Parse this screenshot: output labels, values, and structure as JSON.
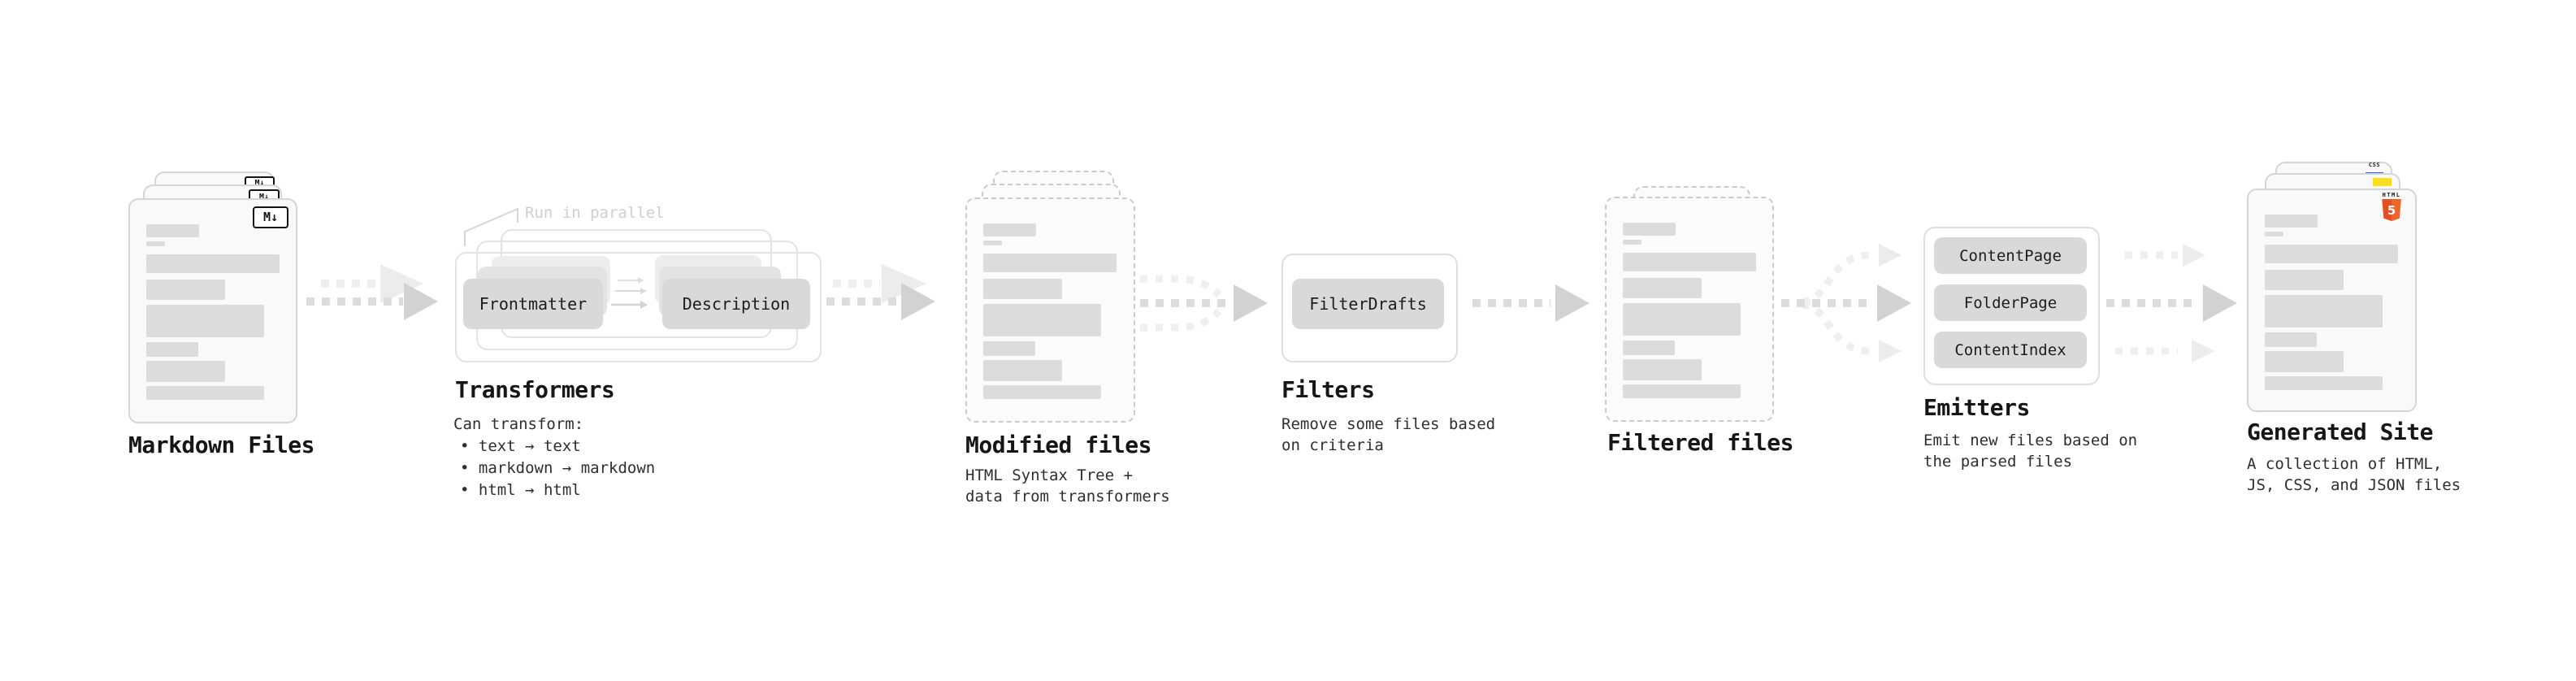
{
  "sections": {
    "markdown_files": {
      "title": "Markdown Files",
      "badge": "M↓"
    },
    "transformers": {
      "title": "Transformers",
      "annotation": "Run in parallel",
      "pill_left": "Frontmatter",
      "pill_right": "Description",
      "body_heading": "Can transform:",
      "bullets": [
        "• text → text",
        "• markdown → markdown",
        "• html → html"
      ]
    },
    "modified_files": {
      "title": "Modified files",
      "subtitle_lines": [
        "HTML Syntax Tree +",
        "data from transformers"
      ]
    },
    "filters": {
      "title": "Filters",
      "pill": "FilterDrafts",
      "subtitle_lines": [
        "Remove some files based",
        "on criteria"
      ]
    },
    "filtered_files": {
      "title": "Filtered files"
    },
    "emitters": {
      "title": "Emitters",
      "pills": [
        "ContentPage",
        "FolderPage",
        "ContentIndex"
      ],
      "subtitle_lines": [
        "Emit new files based on",
        "the parsed files"
      ]
    },
    "generated_site": {
      "title": "Generated Site",
      "subtitle_lines": [
        "A collection of HTML,",
        "JS, CSS, and JSON files"
      ],
      "badges": {
        "css": "CSS",
        "html_label": "HTML",
        "html_number": "5"
      }
    }
  },
  "colors": {
    "accent_css_blue": "#2962ff",
    "accent_js_yellow": "#f7df1e",
    "accent_html_orange": "#e44d26"
  }
}
